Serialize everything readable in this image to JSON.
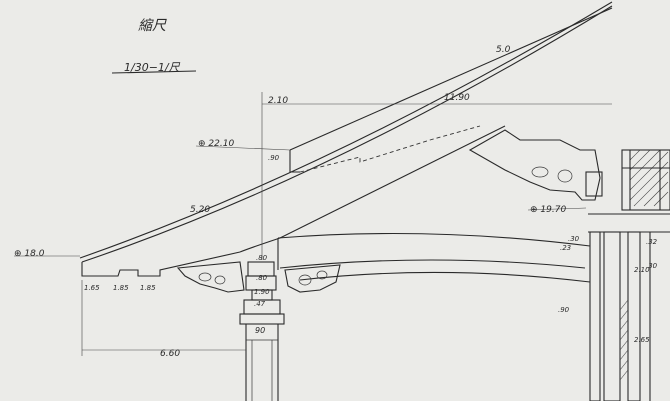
{
  "title": {
    "text": "縮尺",
    "scale": "1/30−1/尺"
  },
  "dimensions": {
    "top_offset": "2.10",
    "span_right": "11.90",
    "rafter_upper": "5.0",
    "rafter_lower": "5.20",
    "eave_left": "6.60",
    "post_width": "90",
    "small_1": "1.65",
    "small_2": "1.85",
    "small_3": "1.85",
    "small_4": ".80",
    "small_5": ".80",
    "small_6": "1.90",
    "small_7": ".47",
    "small_8": ".90",
    "small_9": ".23",
    "small_10": ".30",
    "small_11": "2.10",
    "small_12": "2.65",
    "small_13": ".32",
    "small_14": ".30",
    "small_15": ".90"
  },
  "levels": {
    "upper": "⊕ 22.10",
    "middle": "⊕ 19.70",
    "lower": "⊕ 18.0"
  }
}
